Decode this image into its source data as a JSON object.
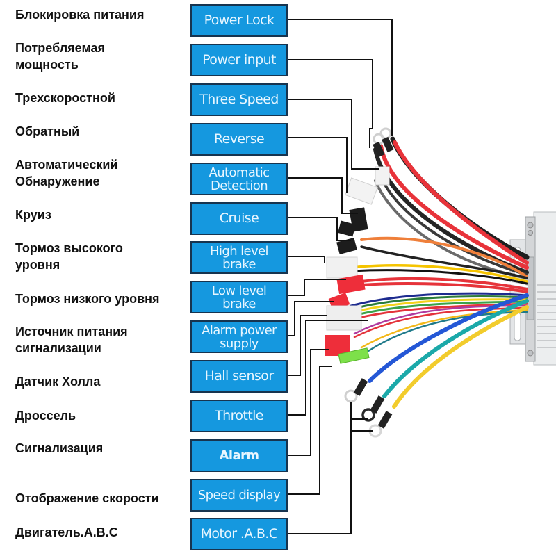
{
  "diagram": {
    "subject": "E-bike brushless motor controller wiring",
    "colors": {
      "box_fill": "#1598df",
      "box_border": "#17344f",
      "box_text": "#e8f6ff",
      "leader_line": "#111111"
    },
    "connections": [
      {
        "id": "power-lock",
        "ru": "Блокировка питания",
        "en": "Power Lock"
      },
      {
        "id": "power-input",
        "ru": "Потребляемая\nмощность",
        "en": "Power input"
      },
      {
        "id": "three-speed",
        "ru": "Трехскоростной",
        "en": "Three Speed"
      },
      {
        "id": "reverse",
        "ru": "Обратный",
        "en": "Reverse"
      },
      {
        "id": "auto-detection",
        "ru": "Автоматический\nОбнаружение",
        "en": "Automatic\nDetection"
      },
      {
        "id": "cruise",
        "ru": "Круиз",
        "en": "Cruise"
      },
      {
        "id": "high-brake",
        "ru": "Тормоз высокого\nуровня",
        "en": "High level\nbrake"
      },
      {
        "id": "low-brake",
        "ru": "Тормоз низкого уровня",
        "en": "Low level\nbrake"
      },
      {
        "id": "alarm-power",
        "ru": "Источник питания\nсигнализации",
        "en": "Alarm power\nsupply"
      },
      {
        "id": "hall-sensor",
        "ru": "Датчик Холла",
        "en": "Hall sensor"
      },
      {
        "id": "throttle",
        "ru": "Дроссель",
        "en": "Throttle"
      },
      {
        "id": "alarm",
        "ru": "Сигнализация",
        "en": "Alarm"
      },
      {
        "id": "speed-display",
        "ru": "Отображение скорости",
        "en": "Speed display"
      },
      {
        "id": "motor-abc",
        "ru": "Двигатель.А.В.С",
        "en": "Motor .A.B.C"
      }
    ]
  }
}
